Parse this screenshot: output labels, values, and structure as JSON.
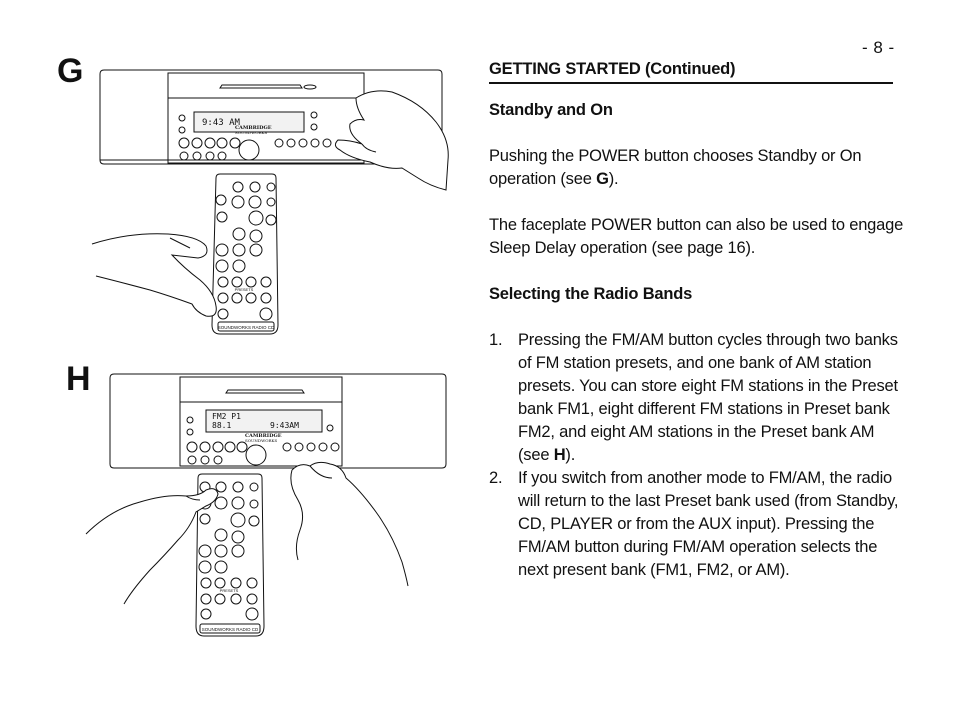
{
  "page": {
    "number": "- 8 -"
  },
  "figures": {
    "g": {
      "letter": "G",
      "display": {
        "time": "9:43 AM"
      },
      "brand": {
        "line1": "CAMBRIDGE",
        "line2": "SOUNDWORKS"
      },
      "remote_label": "SOUNDWORKS RADIO CD",
      "remote_presets": "PRESETS"
    },
    "h": {
      "letter": "H",
      "display": {
        "band": "FM2 P1",
        "freq": "88.1",
        "time": "9:43AM"
      },
      "brand": {
        "line1": "CAMBRIDGE",
        "line2": "SOUNDWORKS"
      },
      "remote_label": "SOUNDWORKS RADIO CD",
      "remote_presets": "PRESETS"
    }
  },
  "content": {
    "heading": "GETTING STARTED (Continued)",
    "standby": {
      "title": "Standby and On",
      "p1_before": "Pushing the POWER button chooses Standby or On operation (see ",
      "p1_bold": "G",
      "p1_after": ").",
      "p2": "The faceplate POWER button can also be used to engage Sleep Delay operation (see page 16)."
    },
    "bands": {
      "title": "Selecting the Radio Bands",
      "items": [
        {
          "num": "1.",
          "before": "Pressing the FM/AM button cycles through two banks of FM station presets, and one bank of AM station presets. You can store eight FM stations in the Preset bank FM1, eight different FM stations in Preset bank FM2, and eight AM stations in the Preset bank AM (see ",
          "bold": "H",
          "after": ")."
        },
        {
          "num": "2.",
          "text": "If you switch from another mode to FM/AM, the radio will return to the last Preset bank used (from Standby, CD, PLAYER or from the AUX input). Pressing the FM/AM button during FM/AM operation selects the next present bank (FM1, FM2, or AM)."
        }
      ]
    }
  }
}
